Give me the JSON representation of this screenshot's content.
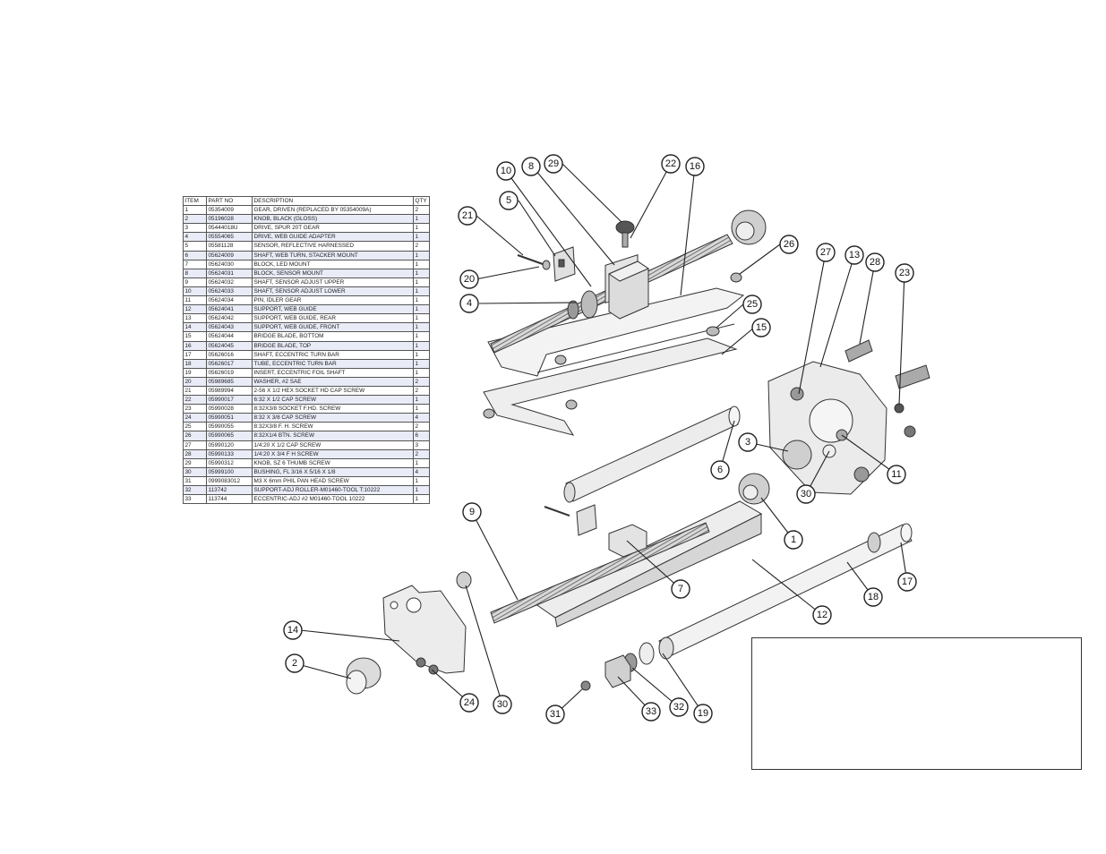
{
  "table": {
    "headers": [
      "ITEM",
      "PART NO",
      "DESCRIPTION",
      "QTY"
    ],
    "rows": [
      [
        "1",
        "05354009",
        "GEAR, DRIVEN (REPLACED BY 05354009A)",
        "2"
      ],
      [
        "2",
        "05196028",
        "KNOB, BLACK (GLOSS)",
        "1"
      ],
      [
        "3",
        "05444018U",
        "DRIVE, SPUR 20T GEAR",
        "1"
      ],
      [
        "4",
        "05554065",
        "DRIVE, WEB GUIDE ADAPTER",
        "1"
      ],
      [
        "5",
        "05581128",
        "SENSOR, REFLECTIVE HARNESSED",
        "2"
      ],
      [
        "6",
        "05624009",
        "SHAFT, WEB TURN, STACKER MOUNT",
        "1"
      ],
      [
        "7",
        "05624030",
        "BLOCK, LED MOUNT",
        "1"
      ],
      [
        "8",
        "05624031",
        "BLOCK, SENSOR MOUNT",
        "1"
      ],
      [
        "9",
        "05624032",
        "SHAFT, SENSOR ADJUST UPPER",
        "1"
      ],
      [
        "10",
        "05624033",
        "SHAFT, SENSOR ADJUST LOWER",
        "1"
      ],
      [
        "11",
        "05624034",
        "PIN, IDLER GEAR",
        "1"
      ],
      [
        "12",
        "05624041",
        "SUPPORT, WEB GUIDE",
        "1"
      ],
      [
        "13",
        "05624042",
        "SUPPORT, WEB GUIDE, REAR",
        "1"
      ],
      [
        "14",
        "05624043",
        "SUPPORT, WEB GUIDE, FRONT",
        "1"
      ],
      [
        "15",
        "05624044",
        "BRIDGE BLADE, BOTTOM",
        "1"
      ],
      [
        "16",
        "05624045",
        "BRIDGE BLADE, TOP",
        "1"
      ],
      [
        "17",
        "05626016",
        "SHAFT, ECCENTRIC TURN BAR",
        "1"
      ],
      [
        "18",
        "05626017",
        "TUBE, ECCENTRIC TURN BAR",
        "1"
      ],
      [
        "19",
        "05626019",
        "INSERT, ECCENTRIC FOIL SHAFT",
        "1"
      ],
      [
        "20",
        "05989685",
        "WASHER, #2 SAE",
        "2"
      ],
      [
        "21",
        "05989994",
        "2-56 X 1/2 HEX SOCKET HD CAP SCREW",
        "2"
      ],
      [
        "22",
        "05990017",
        "6:32 X 1/2 CAP SCREW",
        "1"
      ],
      [
        "23",
        "05990028",
        "8:32X3/8 SOCKET F.HD. SCREW",
        "1"
      ],
      [
        "24",
        "05990051",
        "8:32 X 3/8 CAP SCREW",
        "4"
      ],
      [
        "25",
        "05990055",
        "8:32X3/8 F. H. SCREW",
        "2"
      ],
      [
        "26",
        "05990065",
        "8:32X1/4 BTN. SCREW",
        "6"
      ],
      [
        "27",
        "05990120",
        "1/4:20 X 1/2 CAP SCREW",
        "3"
      ],
      [
        "28",
        "05990133",
        "1/4:20 X 3/4 F H SCREW",
        "2"
      ],
      [
        "29",
        "05990312",
        "KNOB, SZ 6 THUMB SCREW",
        "1"
      ],
      [
        "30",
        "05999100",
        "BUSHING, FL 3/16 X 5/16 X 1/8",
        "4"
      ],
      [
        "31",
        "0999083012",
        "M3 X 6mm PHIL PAN HEAD SCREW",
        "1"
      ],
      [
        "32",
        "113742",
        "SUPPORT-ADJ ROLLER-M01460-TOOL T:10222",
        "1"
      ],
      [
        "33",
        "113744",
        "ECCENTRIC-ADJ #2 M01460-TOOL 10222",
        "1"
      ]
    ]
  },
  "callouts": [
    "1",
    "2",
    "3",
    "4",
    "5",
    "6",
    "7",
    "8",
    "9",
    "10",
    "11",
    "12",
    "13",
    "14",
    "15",
    "16",
    "17",
    "18",
    "19",
    "20",
    "21",
    "22",
    "23",
    "24",
    "25",
    "26",
    "27",
    "28",
    "29",
    "30",
    "30",
    "31",
    "32",
    "33"
  ],
  "colors": {
    "part_fill": "#e6e6e6",
    "part_dark": "#9a9a9a",
    "line": "#222222",
    "table_alt_row": "#e9ecf7"
  }
}
